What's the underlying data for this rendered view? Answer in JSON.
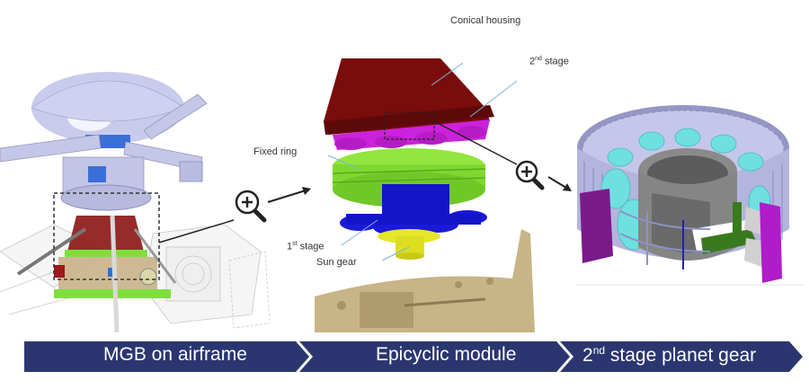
{
  "figure": {
    "panels": [
      {
        "id": "mgb",
        "caption": "MGB on airframe"
      },
      {
        "id": "epicyclic",
        "caption": "Epicyclic module"
      },
      {
        "id": "planet",
        "caption_base": "2",
        "caption_sup": "nd",
        "caption_rest": " stage planet gear"
      }
    ],
    "labels": {
      "conical_housing": "Conical housing",
      "second_stage_base": "2",
      "second_stage_sup": "nd",
      "second_stage_rest": " stage",
      "fixed_ring": "Fixed ring",
      "first_stage_base": "1",
      "first_stage_sup": "st",
      "first_stage_rest": " stage",
      "sun_gear": "Sun gear"
    },
    "icons": [
      "zoom-in-icon",
      "zoom-in-icon"
    ],
    "colors": {
      "banner": "#2b3671",
      "housing": "#7a0c0c",
      "second_stage": "#cc22dd",
      "fixed_ring": "#88dd33",
      "first_stage": "#1a1ad0",
      "sun_gear": "#e6e62a",
      "leader_line": "#7fb3dd",
      "planet_gear": "#aeb0d6",
      "rollers": "#6fe0e0"
    }
  }
}
